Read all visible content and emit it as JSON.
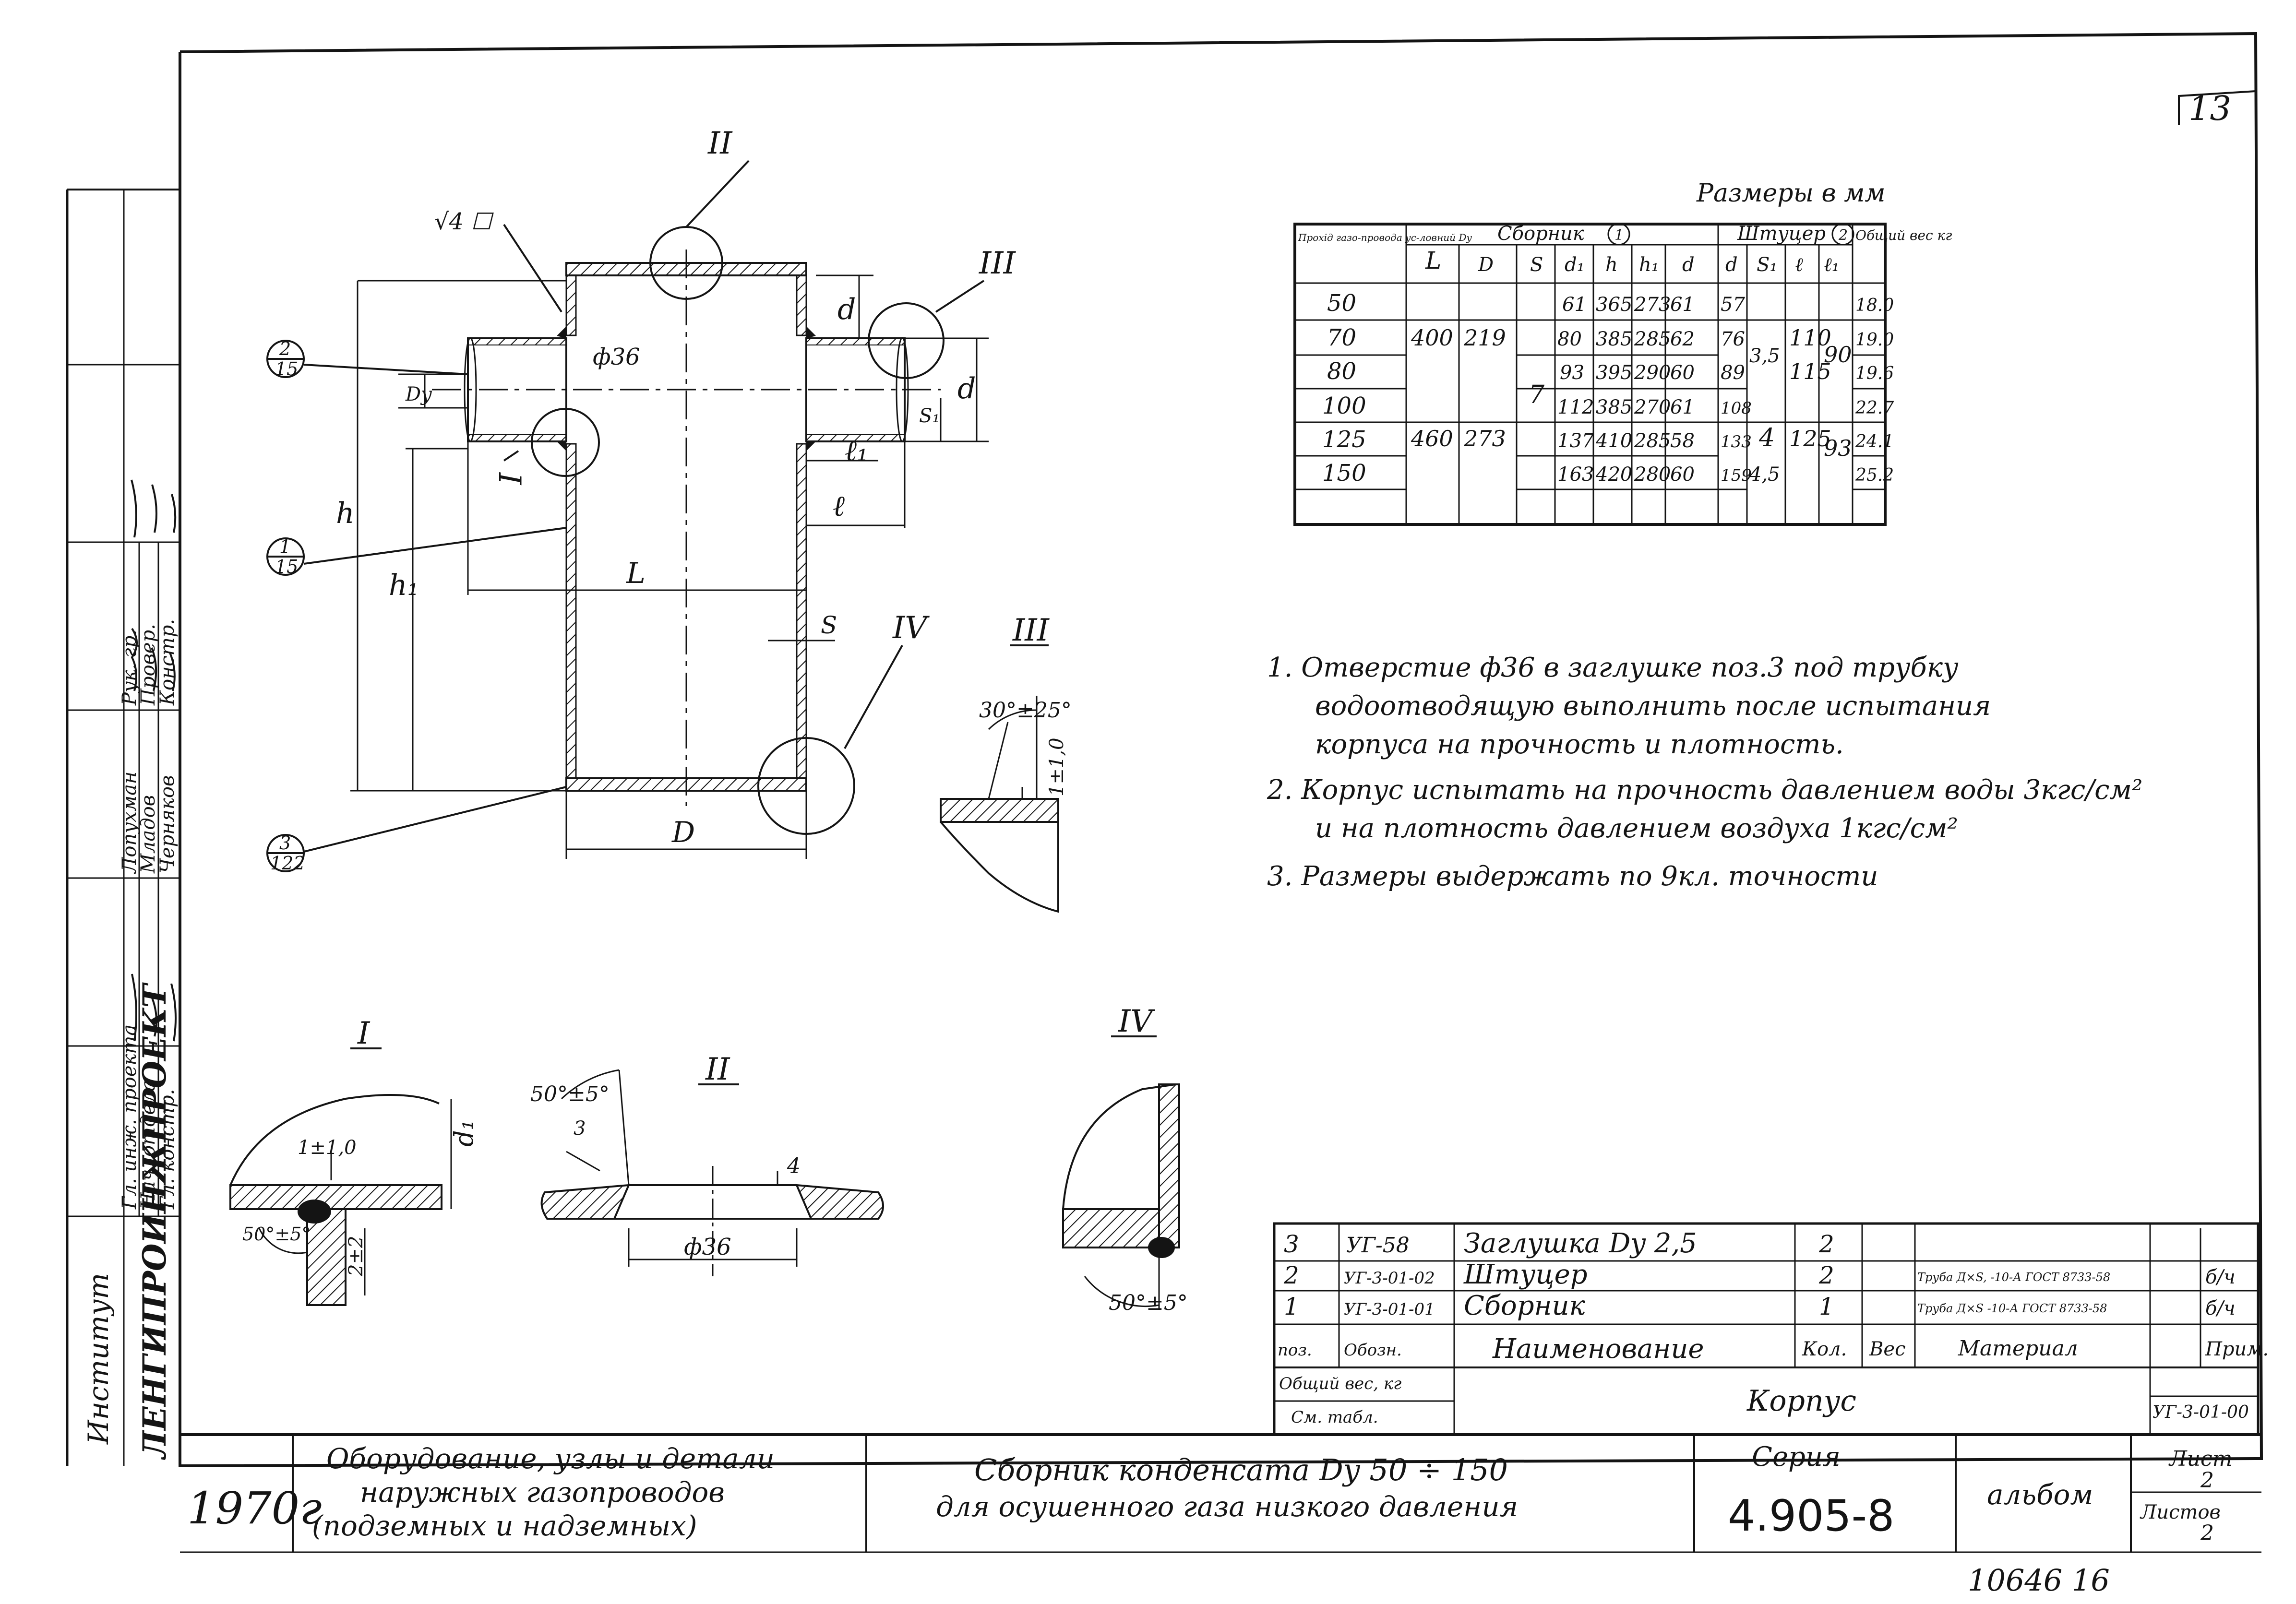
{
  "page_number": "13",
  "dims_note": "Размеры в мм",
  "table": {
    "h_dy": "Прохід газо-провода ус-ловний Dy",
    "h_L": "L",
    "h_sbornik": "Сборник",
    "h_sbornik_num": "1",
    "h_shtucer": "Штуцер",
    "h_shtucer_num": "2",
    "h_weight": "Общий вес кг",
    "sub": [
      "D",
      "S",
      "d₁",
      "h",
      "h₁",
      "d",
      "d",
      "S₁",
      "ℓ",
      "ℓ₁"
    ],
    "dy": [
      "50",
      "70",
      "80",
      "100",
      "125",
      "150"
    ],
    "L": [
      "400",
      "460"
    ],
    "D": [
      "219",
      "273"
    ],
    "S": "7",
    "d1": [
      "61",
      "80",
      "93",
      "112",
      "137",
      "163"
    ],
    "h": [
      "365",
      "385",
      "395",
      "385",
      "410",
      "420"
    ],
    "h1": [
      "273",
      "285",
      "290",
      "270",
      "285",
      "280"
    ],
    "d": [
      "61",
      "62",
      "60",
      "61",
      "58",
      "60"
    ],
    "dd": [
      "57",
      "76",
      "89",
      "108",
      "133",
      "159"
    ],
    "s1": [
      "3,5",
      "4",
      "4,5"
    ],
    "l": [
      "110",
      "115",
      "125"
    ],
    "l1": [
      "90",
      "93"
    ],
    "weight": [
      "18.0",
      "19.0",
      "19.6",
      "22.7",
      "24.1",
      "25.2"
    ]
  },
  "notes": [
    "1. Отверстие ф36 в заглушке поз.3 под трубку",
    "водоотводящую выполнить после испытания",
    "корпуса на прочность и плотность.",
    "2. Корпус испытать на прочность давлением воды 3кгс/см²",
    "и на плотность давлением воздуха 1кгс/см²",
    "3. Размеры выдержать по 9кл. точности"
  ],
  "labels": {
    "view1": "I",
    "view2": "II",
    "view3": "III",
    "view4": "IV",
    "leader1_top": "1",
    "leader1_bot": "15",
    "leader2_top": "2",
    "leader2_bot": "15",
    "leader3_top": "3",
    "leader3_bot": "122",
    "rough": "√4 ☐",
    "phi36": "ф36",
    "dim_h": "h",
    "dim_h1": "h₁",
    "dim_L": "L",
    "dim_D": "D",
    "dim_d": "d",
    "dim_dd": "d",
    "dim_dy": "Dy",
    "dim_s1": "S₁",
    "dim_s": "S",
    "dim_l": "ℓ",
    "dim_l1": "ℓ₁",
    "dim_d1": "d₁",
    "angle30": "30°±25°",
    "gap1": "1±1,0",
    "angle50a": "50°±5°",
    "weld3": "3",
    "dim4": "4",
    "phi36b": "ф36",
    "gap1b": "1±1,0",
    "gap2": "2±2",
    "angle50b": "50°±5°",
    "angle50c": "50°±5°"
  },
  "bom": [
    {
      "pos": "3",
      "ref": "УГ-58",
      "name": "Заглушка Dy 2,5",
      "qty": "2",
      "mat": "",
      "note": ""
    },
    {
      "pos": "2",
      "ref": "УГ-3-01-02",
      "name": "Штуцер",
      "qty": "2",
      "mat": "Труба Д×S, -10-А ГОСТ 8733-58",
      "note": "б/ч"
    },
    {
      "pos": "1",
      "ref": "УГ-3-01-01",
      "name": "Сборник",
      "qty": "1",
      "mat": "Труба Д×S -10-А ГОСТ 8733-58",
      "note": "б/ч"
    }
  ],
  "bom_head": {
    "pos": "поз.",
    "ref": "Обозн.",
    "name": "Наименование",
    "qty": "Кол.",
    "wt": "Вес",
    "mat": "Материал",
    "note": "Прим."
  },
  "doc": {
    "weight_lbl": "Общий вес, кг",
    "weight_ref": "См. табл.",
    "item": "Корпус",
    "code": "УГ-3-01-00"
  },
  "title": {
    "year": "1970г",
    "subject": [
      "Оборудование, узлы и детали",
      "наружных газопроводов",
      "(подземных и надземных)"
    ],
    "drawing": [
      "Сборник конденсата Dy 50 ÷ 150",
      "для осушенного газа низкого давления"
    ],
    "series_lbl": "Серия",
    "series": "4.905-8",
    "album": "альбом",
    "sheet_lbl": "Лист",
    "sheet": "2",
    "sheets_lbl": "Листов",
    "sheets": "2"
  },
  "side": {
    "institute": "Институт",
    "org": "ЛЕНГИПРОИНЖПРОЕКТ",
    "roles": [
      "Гл. инж. проекта",
      "Нач. отдела",
      "Гл. констр.",
      "Рук. гр.",
      "Провер.",
      "Констр."
    ],
    "names": [
      "Лопухман",
      "Младов",
      "Черняков"
    ]
  },
  "stamp": "10646 16"
}
